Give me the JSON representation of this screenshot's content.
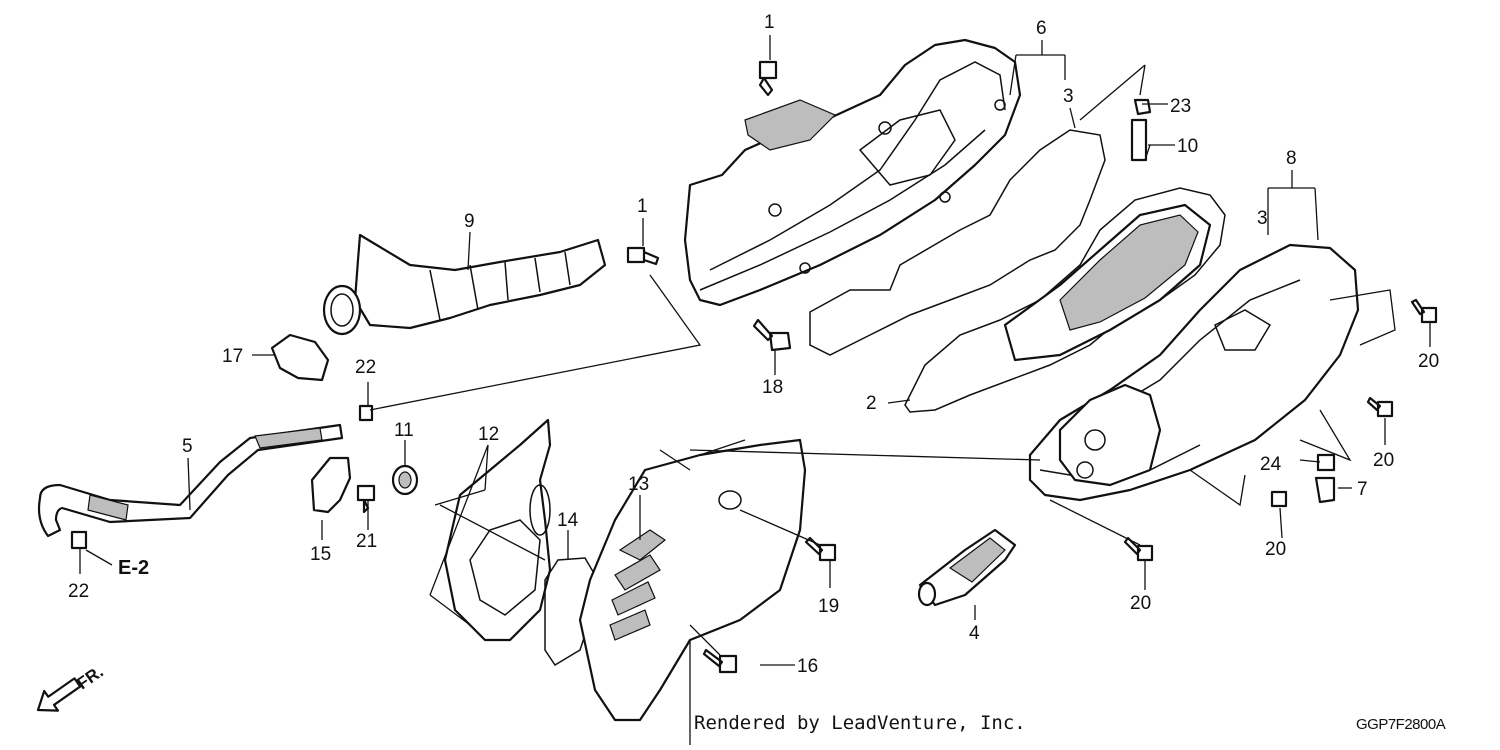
{
  "diagram": {
    "callouts": [
      {
        "id": "c1a",
        "label": "1"
      },
      {
        "id": "c1b",
        "label": "1"
      },
      {
        "id": "c2",
        "label": "2"
      },
      {
        "id": "c3a",
        "label": "3"
      },
      {
        "id": "c3b",
        "label": "3"
      },
      {
        "id": "c4",
        "label": "4"
      },
      {
        "id": "c5",
        "label": "5"
      },
      {
        "id": "c6",
        "label": "6"
      },
      {
        "id": "c7",
        "label": "7"
      },
      {
        "id": "c8",
        "label": "8"
      },
      {
        "id": "c9",
        "label": "9"
      },
      {
        "id": "c10",
        "label": "10"
      },
      {
        "id": "c11",
        "label": "11"
      },
      {
        "id": "c12",
        "label": "12"
      },
      {
        "id": "c13",
        "label": "13"
      },
      {
        "id": "c14",
        "label": "14"
      },
      {
        "id": "c15",
        "label": "15"
      },
      {
        "id": "c16",
        "label": "16"
      },
      {
        "id": "c17",
        "label": "17"
      },
      {
        "id": "c18",
        "label": "18"
      },
      {
        "id": "c19",
        "label": "19"
      },
      {
        "id": "c20a",
        "label": "20"
      },
      {
        "id": "c20b",
        "label": "20"
      },
      {
        "id": "c20c",
        "label": "20"
      },
      {
        "id": "c20d",
        "label": "20"
      },
      {
        "id": "c21",
        "label": "21"
      },
      {
        "id": "c22a",
        "label": "22"
      },
      {
        "id": "c22b",
        "label": "22"
      },
      {
        "id": "c23",
        "label": "23"
      },
      {
        "id": "c24",
        "label": "24"
      }
    ],
    "reference": "E-2",
    "direction": "FR.",
    "credit": "Rendered by LeadVenture, Inc.",
    "code": "GGP7F2800A"
  }
}
